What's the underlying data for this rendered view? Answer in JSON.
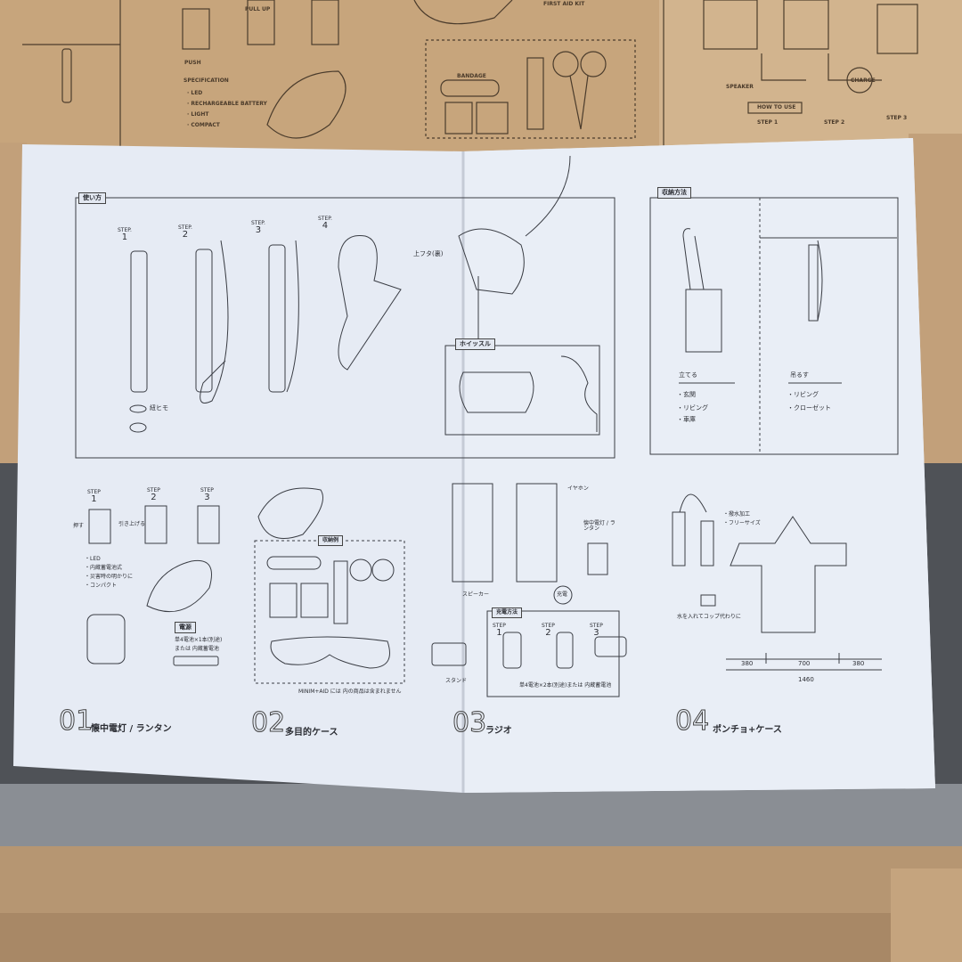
{
  "cardboard": {
    "labels": [
      "PUSH",
      "PULL UP",
      "FIRST AID KIT",
      "BANDAGE",
      "SPEAKER",
      "CHARGE",
      "HOW TO USE"
    ],
    "specification_title": "SPECIFICATION",
    "specification_items": [
      "· LED",
      "· RECHARGEABLE BATTERY",
      "· LIGHT",
      "· COMPACT"
    ],
    "steps": [
      "STEP 1",
      "STEP 2",
      "STEP 3"
    ]
  },
  "sheet": {
    "usage": {
      "title": "使い方",
      "steps": [
        {
          "label": "STEP.",
          "n": "1"
        },
        {
          "label": "STEP.",
          "n": "2"
        },
        {
          "label": "STEP.",
          "n": "3"
        },
        {
          "label": "STEP.",
          "n": "4"
        }
      ],
      "strap_label": "紐ヒモ",
      "lid_label": "上フタ(裏)",
      "whistle_label": "ホイッスル"
    },
    "storage": {
      "title": "収納方法",
      "stand": {
        "title": "立てる",
        "items": [
          "・玄関",
          "・リビング",
          "・車庫"
        ]
      },
      "hang": {
        "title": "吊るす",
        "items": [
          "・リビング",
          "・クローゼット"
        ]
      }
    },
    "sections": [
      {
        "number": "01",
        "title": "懐中電灯 / ランタン",
        "steps": [
          {
            "label": "STEP",
            "n": "1"
          },
          {
            "label": "STEP",
            "n": "2"
          },
          {
            "label": "STEP",
            "n": "3"
          }
        ],
        "push": "押す",
        "pull": "引き上げる",
        "features": [
          "・LED",
          "・内蔵蓄電池式",
          "・災害時の明かりに",
          "・コンパクト"
        ],
        "power_title": "電源",
        "power_text": [
          "単4電池×1本(別途)",
          "または 内蔵蓄電池"
        ]
      },
      {
        "number": "02",
        "title": "多目的ケース",
        "example": "収納例",
        "note": "MINIM+AID には      内の商品は含まれません"
      },
      {
        "number": "03",
        "title": "ラジオ",
        "earphone": "イヤホン",
        "speaker": "スピーカー",
        "lantern": "懐中電灯 / ランタン",
        "charge": "充電",
        "stand": "スタンド",
        "charging_title": "充電方法",
        "steps": [
          {
            "label": "STEP",
            "n": "1"
          },
          {
            "label": "STEP",
            "n": "2"
          },
          {
            "label": "STEP",
            "n": "3"
          }
        ],
        "battery_note": "単4電池×2本(別途)または 内蔵蓄電池"
      },
      {
        "number": "04",
        "title": "ポンチョ+ケース",
        "features": [
          "・撥水加工",
          "・フリーサイズ"
        ],
        "cup_note": "水を入れてコップ代わりに",
        "dimensions": [
          "380",
          "700",
          "380"
        ],
        "total": "1460"
      }
    ]
  }
}
